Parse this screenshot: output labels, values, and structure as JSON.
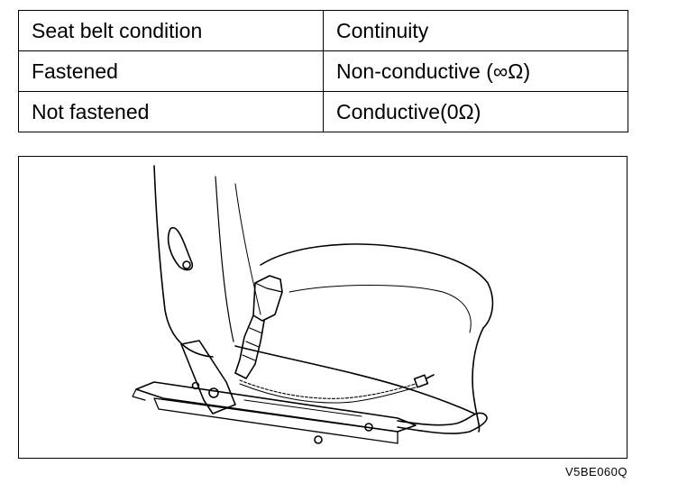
{
  "table": {
    "headers": [
      "Seat belt condition",
      "Continuity"
    ],
    "rows": [
      [
        "Fastened",
        "Non-conductive (∞Ω)"
      ],
      [
        "Not fastened",
        "Conductive(0Ω)"
      ]
    ]
  },
  "figure": {
    "code": "V5BE060Q"
  }
}
